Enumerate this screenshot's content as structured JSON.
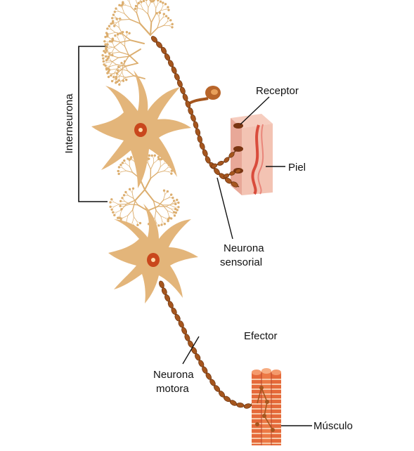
{
  "labels": {
    "interneurona": "Interneurona",
    "receptor": "Receptor",
    "piel": "Piel",
    "neurona_sensorial_1": "Neurona",
    "neurona_sensorial_2": "sensorial",
    "efector": "Efector",
    "neurona_motora_1": "Neurona",
    "neurona_motora_2": "motora",
    "musculo": "Músculo"
  },
  "colors": {
    "neuron_body": "#e3b57a",
    "dendrite": "#dcae6f",
    "myelin": "#a5561e",
    "nucleus": "#c9471c",
    "skin": "#f3c3b3",
    "skin_dermis": "#d94c3c",
    "muscle": "#e56a3a",
    "muscle_stripe": "#f7c7a6"
  }
}
